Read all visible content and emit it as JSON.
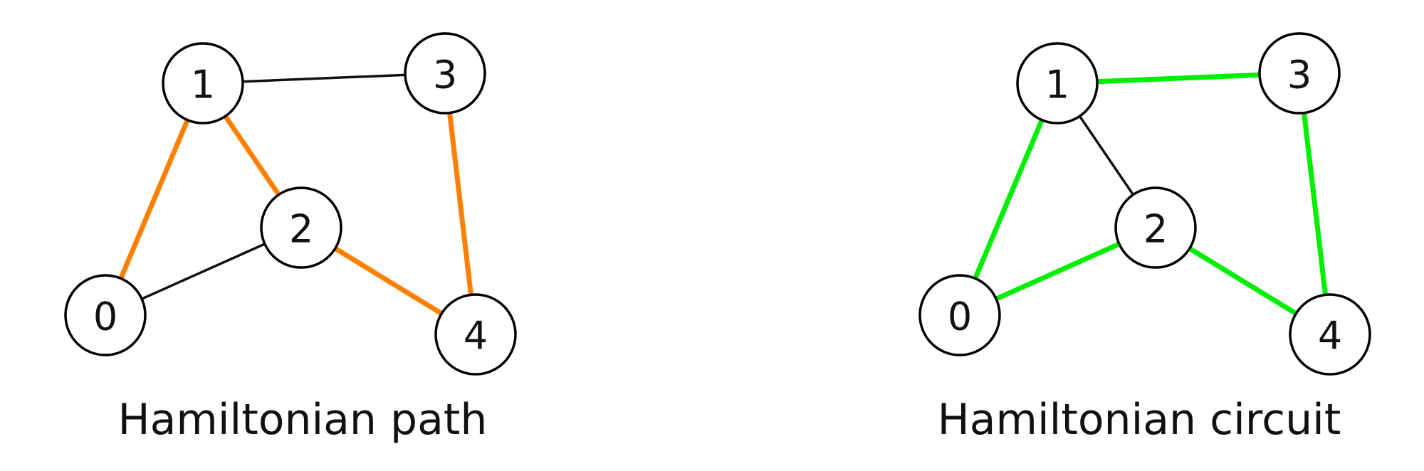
{
  "colors": {
    "normal_edge": "#111111",
    "path_highlight": "#FF8000",
    "circuit_highlight": "#00EE00"
  },
  "graphs": [
    {
      "caption": "Hamiltonian path",
      "nodes": [
        "0",
        "1",
        "2",
        "3",
        "4"
      ],
      "edges": [
        {
          "from": "1",
          "to": "3",
          "highlighted": false
        },
        {
          "from": "0",
          "to": "1",
          "highlighted": true
        },
        {
          "from": "1",
          "to": "2",
          "highlighted": true
        },
        {
          "from": "0",
          "to": "2",
          "highlighted": false
        },
        {
          "from": "2",
          "to": "4",
          "highlighted": true
        },
        {
          "from": "3",
          "to": "4",
          "highlighted": true
        }
      ],
      "highlight_color": "path_highlight"
    },
    {
      "caption": "Hamiltonian circuit",
      "nodes": [
        "0",
        "1",
        "2",
        "3",
        "4"
      ],
      "edges": [
        {
          "from": "1",
          "to": "3",
          "highlighted": true
        },
        {
          "from": "0",
          "to": "1",
          "highlighted": true
        },
        {
          "from": "1",
          "to": "2",
          "highlighted": false
        },
        {
          "from": "0",
          "to": "2",
          "highlighted": true
        },
        {
          "from": "2",
          "to": "4",
          "highlighted": true
        },
        {
          "from": "3",
          "to": "4",
          "highlighted": true
        }
      ],
      "highlight_color": "circuit_highlight"
    }
  ]
}
